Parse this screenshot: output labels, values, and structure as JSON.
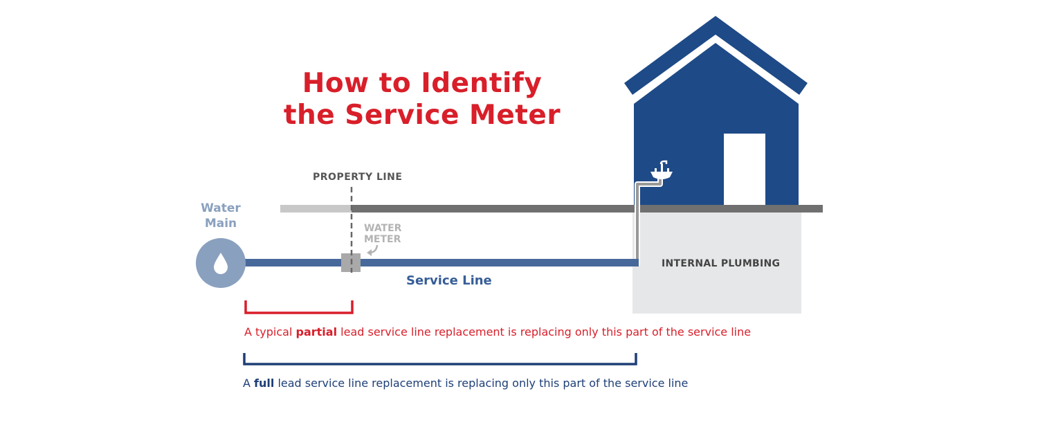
{
  "title": {
    "line1": "How to Identify",
    "line2": "the Service Meter"
  },
  "labels": {
    "property_line": "PROPERTY LINE",
    "water_main_line1": "Water",
    "water_main_line2": "Main",
    "water_meter_line1": "WATER",
    "water_meter_line2": "METER",
    "service_line": "Service Line",
    "internal_plumbing": "INTERNAL PLUMBING"
  },
  "captions": {
    "partial": {
      "before": "A typical ",
      "emphasis": "partial",
      "after": " lead service line replacement is replacing only this part of the service line"
    },
    "full": {
      "before": "A ",
      "emphasis": "full",
      "after": " lead service line replacement is replacing only this part of the service line"
    }
  },
  "colors": {
    "title_red": "#d81f2a",
    "house_blue": "#1e4a87",
    "pipe_blue": "#47689a",
    "water_main_blue": "#8aa0bf",
    "ground_gray": "#707070",
    "public_ground_gray": "#c8c8c8",
    "basement_gray": "#e6e7e9",
    "meter_gray": "#a9a9a9"
  },
  "icons": {
    "water_main": "water-drop-icon",
    "sink": "sink-faucet-icon",
    "meter_arrow": "curved-arrow-icon"
  }
}
